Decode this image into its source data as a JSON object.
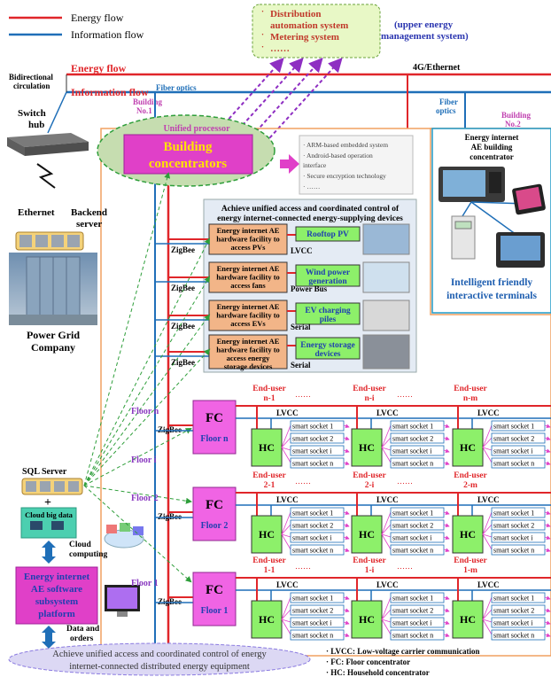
{
  "legend": {
    "energy_flow": "Energy flow",
    "information_flow": "Information flow"
  },
  "upper_system": {
    "items": [
      "Distribution",
      "automation system",
      "Metering system",
      "……"
    ],
    "label_line1": "(upper energy",
    "label_line2": "management system)"
  },
  "top_bus": {
    "bidirectional_line1": "Bidirectional",
    "bidirectional_line2": "circulation",
    "energy_flow": "Energy flow",
    "information_flow": "Information flow",
    "fiber_optics": "Fiber optics",
    "fiber_optics_right_line1": "Fiber",
    "fiber_optics_right_line2": "optics",
    "net": "4G/Ethernet"
  },
  "left_side": {
    "switch_hub_line1": "Switch",
    "switch_hub_line2": "hub",
    "ethernet": "Ethernet",
    "backend_line1": "Backend",
    "backend_line2": "server",
    "company_line1": "Power Grid",
    "company_line2": "Company",
    "sql_server": "SQL Server",
    "cloud_big_data": "Cloud big data",
    "cloud_computing_line1": "Cloud",
    "cloud_computing_line2": "computing",
    "platform_lines": [
      "Energy internet",
      "AE software",
      "subsystem",
      "platform"
    ],
    "data_orders_line1": "Data and",
    "data_orders_line2": "orders"
  },
  "building1": {
    "label_line1": "Building",
    "label_line2": "No.1",
    "unified_processor": "Unified processor",
    "concentrator_line1": "Building",
    "concentrator_line2": "concentrators",
    "features": [
      "ARM-based embedded system",
      "Android-based operation",
      "interface",
      "Secure encryption technology",
      "……"
    ],
    "access_title_line1": "Achieve unified access and coordinated control of",
    "access_title_line2": "energy internet-connected energy-supplying devices",
    "devices": [
      {
        "facility": [
          "Energy internet AE",
          "hardware facility to",
          "access PVs"
        ],
        "target": [
          "Rooftop PV"
        ],
        "link": "LVCC"
      },
      {
        "facility": [
          "Energy internet AE",
          "hardware facility to",
          "access fans"
        ],
        "target": [
          "Wind power",
          "generation"
        ],
        "link": "Power Bus"
      },
      {
        "facility": [
          "Energy internet AE",
          "hardware facility to",
          "access EVs"
        ],
        "target": [
          "EV charging",
          "piles"
        ],
        "link": "Serial"
      },
      {
        "facility": [
          "Energy internet AE",
          "hardware facility to",
          "access energy",
          "storage devices"
        ],
        "target": [
          "Energy storage",
          "devices"
        ],
        "link": "Serial"
      }
    ],
    "zigbee": "ZigBee"
  },
  "building2": {
    "label_line1": "Building",
    "label_line2": "No.2",
    "concentrator_lines": [
      "Energy internet",
      "AE building",
      "concentrator"
    ],
    "terminals_line1": "Intelligent friendly",
    "terminals_line2": "interactive terminals"
  },
  "floors": [
    {
      "side": "Floor n",
      "fc": "FC",
      "fc_sub": "Floor n",
      "mid": "Floor i",
      "users": [
        {
          "line1": "End-user",
          "line2": "n-1"
        },
        {
          "line1": "End-user",
          "line2": "n-i"
        },
        {
          "line1": "End-user",
          "line2": "n-m"
        }
      ]
    },
    {
      "side": "Floor 2",
      "fc": "FC",
      "fc_sub": "Floor 2",
      "users": [
        {
          "line1": "End-user",
          "line2": "2-1"
        },
        {
          "line1": "End-user",
          "line2": "2-i"
        },
        {
          "line1": "End-user",
          "line2": "2-m"
        }
      ]
    },
    {
      "side": "Floor 1",
      "fc": "FC",
      "fc_sub": "Floor 1",
      "users": [
        {
          "line1": "End-user",
          "line2": "1-1"
        },
        {
          "line1": "End-user",
          "line2": "1-i"
        },
        {
          "line1": "End-user",
          "line2": "1-m"
        }
      ]
    }
  ],
  "hc_label": "HC",
  "lvcc": "LVCC",
  "dots": "……",
  "sockets": [
    "smart socket 1",
    "smart socket 2",
    "smart socket i",
    "smart socket n"
  ],
  "bottom": {
    "cloud_line1": "Achieve unified access and coordinated control of energy",
    "cloud_line2": "internet-connected distributed energy equipment",
    "notes": [
      "LVCC: Low-voltage carrier communication",
      "FC: Floor concentrator",
      "HC: Household concentrator"
    ]
  }
}
